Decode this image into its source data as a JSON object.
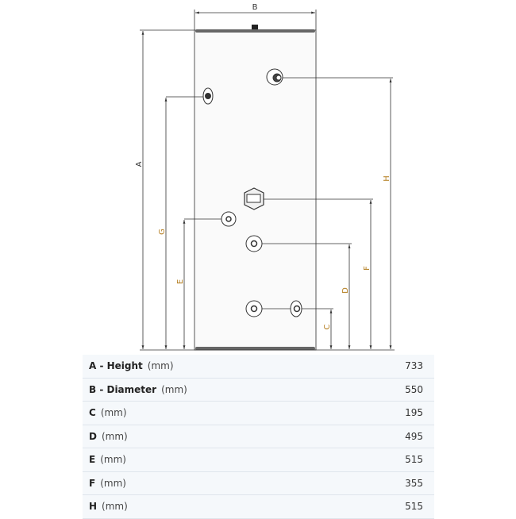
{
  "diagram": {
    "labels": {
      "A": "A",
      "B": "B",
      "C": "C",
      "D": "D",
      "E": "E",
      "F": "F",
      "G": "G",
      "H": "H"
    }
  },
  "specs": [
    {
      "key": "A - Height",
      "unit": "(mm)",
      "value": "733"
    },
    {
      "key": "B - Diameter",
      "unit": "(mm)",
      "value": "550"
    },
    {
      "key": "C",
      "unit": "(mm)",
      "value": "195"
    },
    {
      "key": "D",
      "unit": "(mm)",
      "value": "495"
    },
    {
      "key": "E",
      "unit": "(mm)",
      "value": "515"
    },
    {
      "key": "F",
      "unit": "(mm)",
      "value": "355"
    },
    {
      "key": "H",
      "unit": "(mm)",
      "value": "515"
    }
  ]
}
